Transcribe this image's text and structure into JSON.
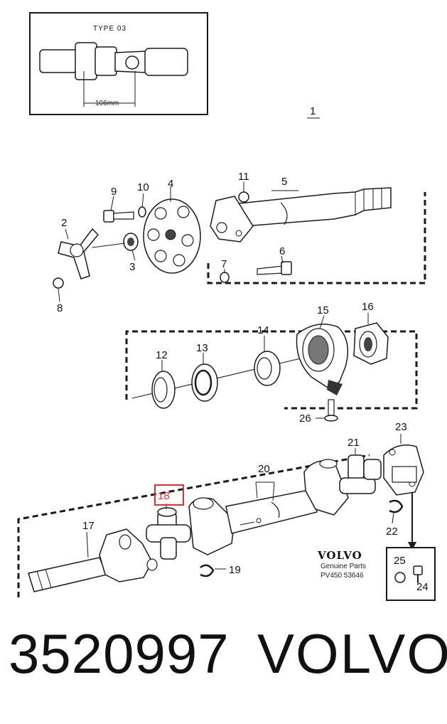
{
  "inset": {
    "title": "TYPE  03",
    "dimension": "106mm"
  },
  "assembly_label": "1",
  "callouts": [
    "2",
    "3",
    "4",
    "5",
    "6",
    "7",
    "8",
    "9",
    "10",
    "11",
    "12",
    "13",
    "14",
    "15",
    "16",
    "17",
    "18",
    "19",
    "20",
    "21",
    "22",
    "23",
    "24",
    "25",
    "26"
  ],
  "selected_callout": "18",
  "brand_block": {
    "logo": "VOLVO",
    "line1": "Genuine Parts",
    "line2": "PV450 53646"
  },
  "footer": {
    "part_number": "3520997",
    "brand": "VOLVO"
  },
  "colors": {
    "line": "#1a1a1a",
    "highlight": "#d33333",
    "background": "#ffffff",
    "hatch": "#444444"
  }
}
